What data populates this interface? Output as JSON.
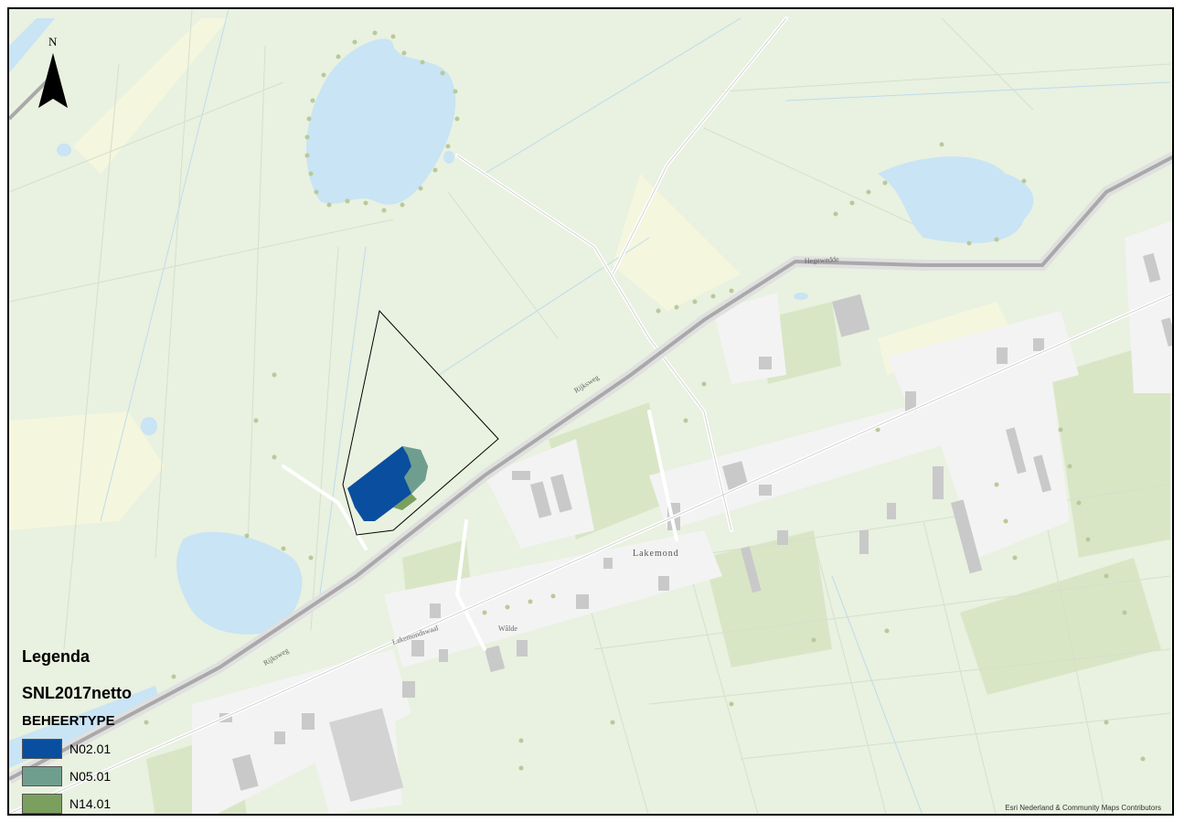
{
  "north_arrow": {
    "label": "N",
    "icon": "north-arrow-icon"
  },
  "legend": {
    "title": "Legenda",
    "layer": "SNL2017netto",
    "field": "BEHEERTYPE",
    "items": [
      {
        "label": "N02.01",
        "color": "#0a4ea0"
      },
      {
        "label": "N05.01",
        "color": "#6f9e8f"
      },
      {
        "label": "N14.01",
        "color": "#7ba05e"
      }
    ]
  },
  "map_labels": {
    "place": "Lakemond",
    "road_1": "Rijksweg",
    "road_2": "Lakemondswaal",
    "road_3": "Hegewedde",
    "road_4": "Rijksweg",
    "street": "Wâlde"
  },
  "attribution": "Esri Nederland & Community Maps Contributors",
  "colors": {
    "land": "#e9f1e0",
    "water": "#c8e4f5",
    "built": "#f3f3f3",
    "building": "#c9c9c9",
    "road": "#a9a9a9",
    "field": "#d9e6c6",
    "tree": "#b8c99a"
  }
}
